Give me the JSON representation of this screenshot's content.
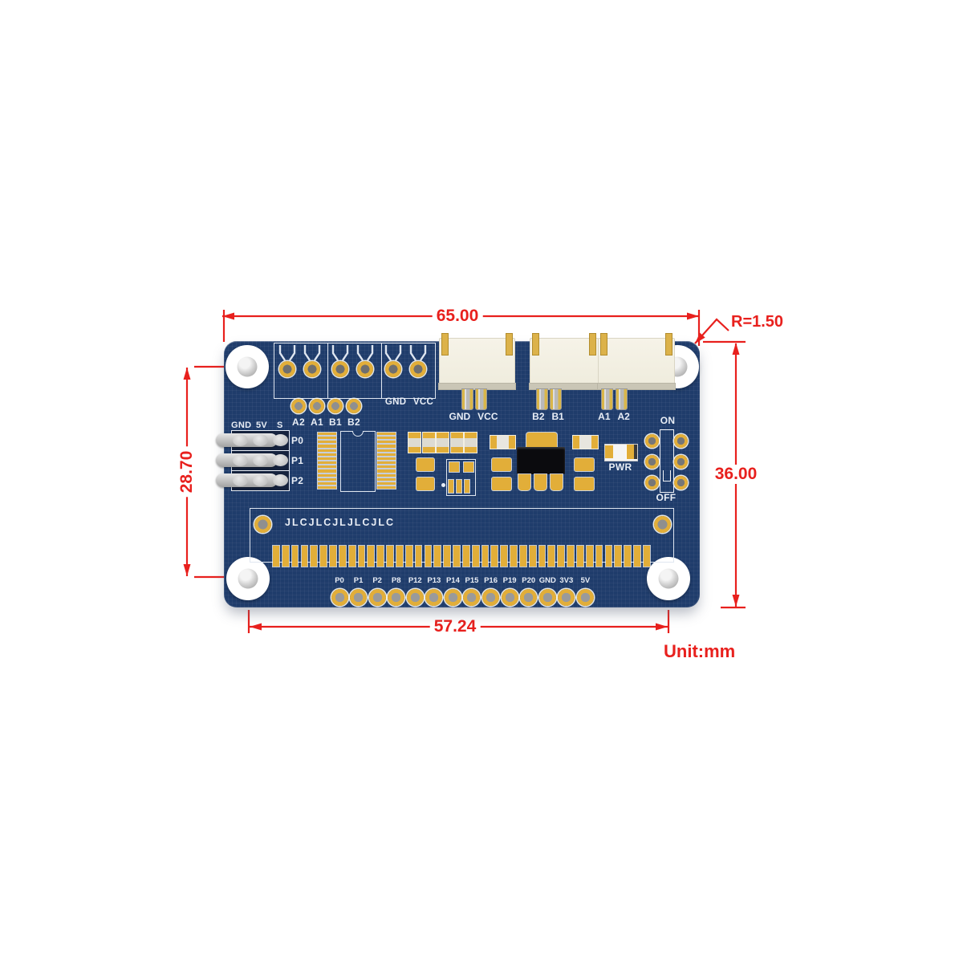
{
  "figure": {
    "unit_label": "Unit:mm",
    "dimensions": {
      "board_width": "65.00",
      "board_height": "36.00",
      "hole_spacing_vertical": "28.70",
      "hole_spacing_horizontal": "57.24",
      "corner_radius": "R=1.50"
    }
  },
  "board": {
    "silkscreen": {
      "top_connector_labels": [
        [
          "GND",
          "VCC"
        ],
        [
          "B2",
          "B1"
        ],
        [
          "A1",
          "A2"
        ]
      ],
      "terminal_block_label": "GND VCC",
      "signal_pad_labels": [
        "A2",
        "A1",
        "B1",
        "B2"
      ],
      "left_header_col_labels": [
        "GND",
        "5V",
        "S"
      ],
      "left_header_row_labels": [
        "P0",
        "P1",
        "P2"
      ],
      "power_led_label": "PWR",
      "switch_on_label": "ON",
      "switch_off_label": "OFF",
      "fab_text": "JLCJLCJLJLCJLC",
      "bottom_pad_labels": [
        "P0",
        "P1",
        "P2",
        "P8",
        "P12",
        "P13",
        "P14",
        "P15",
        "P16",
        "P19",
        "P20",
        "GND",
        "3V3",
        "5V"
      ]
    },
    "counts": {
      "gpio_edge_pads": 40,
      "ic_pins_per_side": 14,
      "passive_row_count": 5,
      "terminal_blocks": 3,
      "switch_pad_rows": 3
    },
    "colors": {
      "pcb": "#1f3c6b",
      "pad_gold": "#e2ae39",
      "silkscreen_white": "#e9eef6",
      "dimension_red": "#e8201d",
      "connector_body": "#f3efe2"
    }
  }
}
